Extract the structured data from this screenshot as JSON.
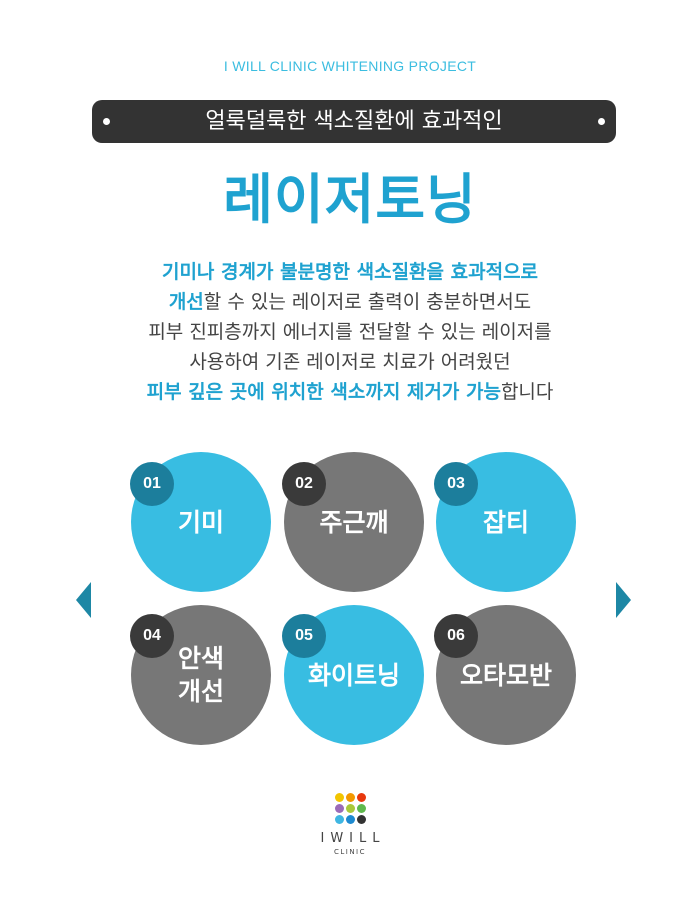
{
  "header": {
    "project_label": "I WILL CLINIC WHITENING PROJECT",
    "subtitle": "얼룩덜룩한 색소질환에 효과적인",
    "title": "레이저토닝"
  },
  "description": {
    "line1": "기미나 경계가 불분명한 색소질환을 효과적으로",
    "line2_hl": "개선",
    "line2_rest": "할 수 있는 레이저로 출력이 충분하면서도",
    "line3": "피부 진피층까지 에너지를 전달할 수 있는 레이저를",
    "line4": "사용하여 기존 레이저로 치료가 어려웠던",
    "line5_hl": "피부 깊은 곳에 위치한 색소까지 제거가 가능",
    "line5_rest": "합니다"
  },
  "items": [
    {
      "number": "01",
      "label": "기미",
      "color": "#38bde2"
    },
    {
      "number": "02",
      "label": "주근깨",
      "color": "#777777"
    },
    {
      "number": "03",
      "label": "잡티",
      "color": "#38bde2"
    },
    {
      "number": "04",
      "label": "안색\n개선",
      "color": "#777777"
    },
    {
      "number": "05",
      "label": "화이트닝",
      "color": "#38bde2"
    },
    {
      "number": "06",
      "label": "오타모반",
      "color": "#777777"
    }
  ],
  "logo": {
    "word": "IWILL",
    "sub": "CLINIC",
    "dot_colors": [
      "#f2c500",
      "#f39800",
      "#e8380d",
      "#9b6bb8",
      "#a9c93b",
      "#5fb94d",
      "#3fb6e2",
      "#1e8ad0",
      "#333333"
    ]
  },
  "colors": {
    "accent": "#1fa2d0",
    "blue_circle": "#38bde2",
    "gray_circle": "#777777",
    "arrow": "#1d87a5"
  }
}
